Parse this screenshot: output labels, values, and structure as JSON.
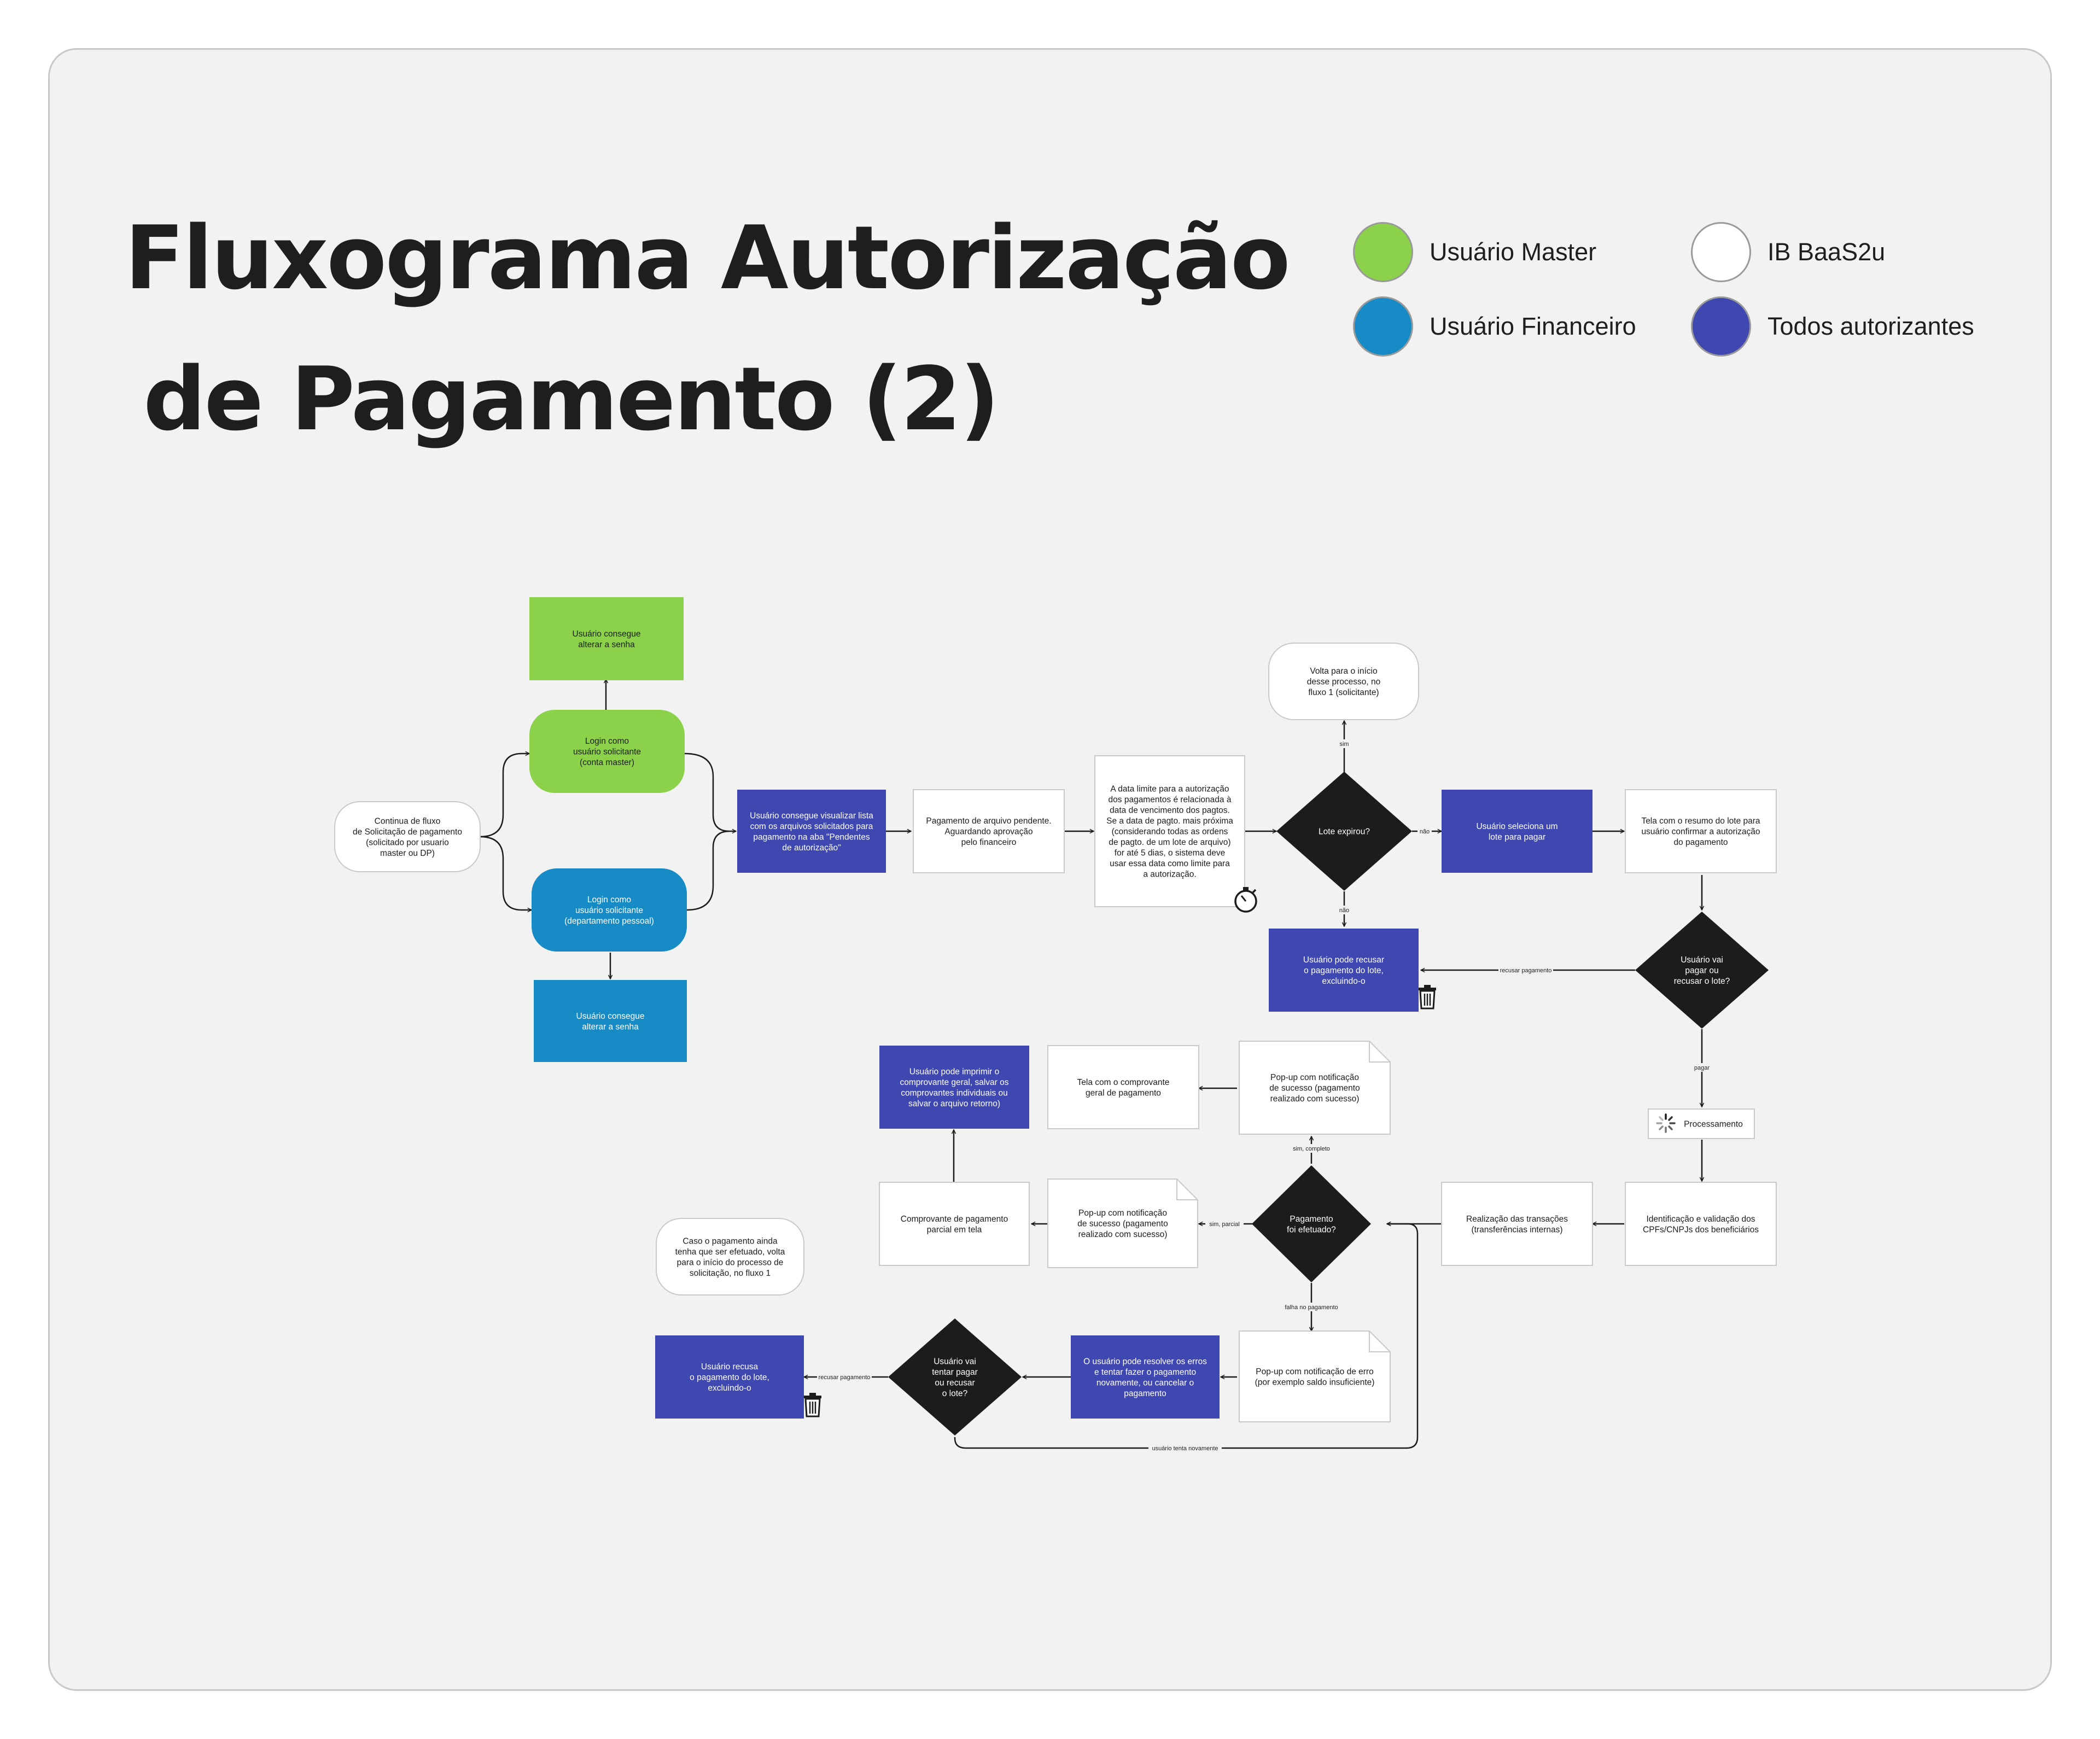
{
  "title": {
    "line1": "Fluxograma Autorização",
    "line2": "de Pagamento (2)"
  },
  "legend": [
    {
      "label": "Usuário Master",
      "color": "#8bd14a"
    },
    {
      "label": "Usuário Financeiro",
      "color": "#168bc6"
    },
    {
      "label": "IB BaaS2u",
      "color": "#ffffff"
    },
    {
      "label": "Todos autorizantes",
      "color": "#3f48b0"
    }
  ],
  "colors": {
    "green": "#8bd14a",
    "blue": "#168bc6",
    "purple": "#3f48b0",
    "white": "#ffffff",
    "dark": "#1c1c1c"
  },
  "nodes": {
    "start": "Continua de fluxo\nde Solicitação de pagamento\n(solicitado por usuario\nmaster ou DP)",
    "master_pass": "Usuário consegue\nalterar a senha",
    "login_master": "Login  como\nusuário solicitante\n(conta master)",
    "login_dp": "Login como\nusuário solicitante\n(departamento pessoal)",
    "fin_pass": "Usuário consegue\nalterar a senha",
    "view_list": "Usuário consegue visualizar lista\ncom os arquivos solicitados para\npagamento na aba \"Pendentes\nde autorização\"",
    "pending": "Pagamento de arquivo pendente.\nAguardando aprovação\npelo financeiro",
    "deadline": "A data limite para a autorização\ndos pagamentos é relacionada à\ndata de vencimento dos pagtos.\nSe a data de pagto. mais próxima\n(considerando todas as ordens\nde pagto. de um lote de arquivo)\nfor até 5 dias, o sistema deve\nusar essa data como limite para\na autorização.",
    "back_flow1": "Volta para o início\ndesse processo, no\nfluxo 1 (solicitante)",
    "expired_q": "Lote expirou?",
    "select_lot": "Usuário seleciona um\nlote para pagar",
    "summary": "Tela com o resumo do lote para\nusuário confirmar a autorização\ndo pagamento",
    "refuse_lot": "Usuário pode recusar\no pagamento do lote,\nexcluindo-o",
    "pay_or_refuse_q": "Usuário vai\npagar ou\nrecusar o lote?",
    "processing": "Processamento",
    "print": "Usuário pode imprimir o\ncomprovante geral, salvar os\ncomprovantes individuais ou\nsalvar o arquivo retorno)",
    "receipt_screen": "Tela com o comprovante\ngeral de pagamento",
    "popup_success1": "Pop-up com notificação\nde sucesso (pagamento\nrealizado com sucesso)",
    "identify": "Identificação e validação dos\nCPFs/CNPJs dos beneficiários",
    "transactions": "Realização das transações\n(transferências internas)",
    "paid_q": "Pagamento\nfoi efetuado?",
    "popup_success2": "Pop-up com notificação\nde sucesso (pagamento\nrealizado com sucesso)",
    "partial_receipt": "Comprovante de pagamento\nparcial em tela",
    "back_flow1b": "Caso o pagamento ainda\ntenha que ser efetuado, volta\npara o início do processo de\nsolicitação, no fluxo 1",
    "refuse_lot2": "Usuário recusa\no pagamento do lote,\nexcluindo-o",
    "retry_q": "Usuário vai\ntentar pagar\nou recusar\no lote?",
    "resolve": "O usuário pode resolver os erros\ne tentar fazer o pagamento\nnovamente, ou cancelar o\npagamento",
    "popup_error": "Pop-up com notificação de erro\n(por exemplo saldo insuficiente)"
  },
  "edge_labels": {
    "sim": "sim",
    "nao_right": "não",
    "nao_down": "não",
    "recusar1": "recusar pagamento",
    "pagar": "pagar",
    "sim_completo": "sim, completo",
    "sim_parcial": "sim, parcial",
    "falha": "falha no pagamento",
    "recusar2": "recusar pagamento",
    "tenta_novamente": "usuário tenta novamente"
  },
  "icons": [
    "stopwatch-icon",
    "trash-icon",
    "spinner-icon",
    "arrow-icon"
  ]
}
